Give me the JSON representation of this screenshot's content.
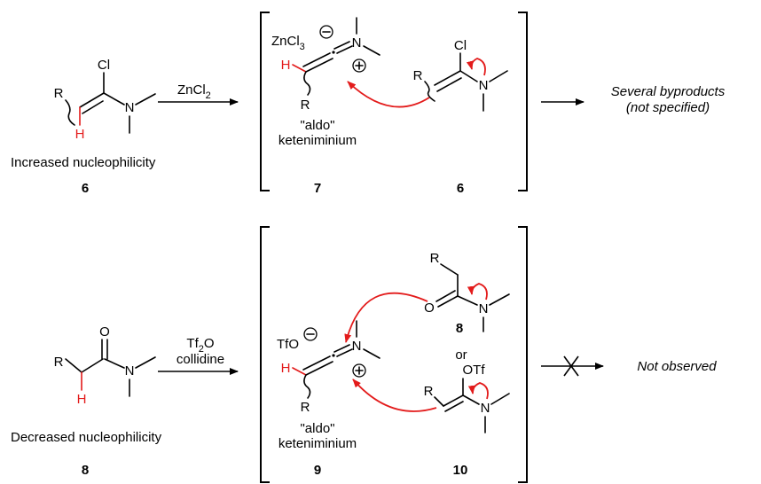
{
  "colors": {
    "accent": "#e31b1b",
    "ink": "#000000"
  },
  "top_row": {
    "reactant": {
      "r": "R",
      "cl": "Cl",
      "n": "N",
      "h": "H",
      "caption": "Increased nucleophilicity",
      "number": "6"
    },
    "reagent_main": "ZnCl",
    "reagent_sub": "2",
    "intermediate_7": {
      "counterion": "ZnCl",
      "counterion_sub": "3",
      "h": "H",
      "n": "N",
      "r": "R",
      "name_line1": "\"aldo\"",
      "name_line2": "keteniminium",
      "number": "7"
    },
    "nucleophile_6": {
      "r": "R",
      "cl": "Cl",
      "n": "N",
      "number": "6"
    },
    "outcome_line1": "Several byproducts",
    "outcome_line2": "(not specified)"
  },
  "bottom_row": {
    "reactant": {
      "r": "R",
      "o": "O",
      "n": "N",
      "h": "H",
      "caption": "Decreased nucleophilicity",
      "number": "8"
    },
    "reagent_line1_main": "Tf",
    "reagent_line1_sub": "2",
    "reagent_line1_end": "O",
    "reagent_line2": "collidine",
    "intermediate_9": {
      "counterion": "TfO",
      "h": "H",
      "n": "N",
      "r": "R",
      "name_line1": "\"aldo\"",
      "name_line2": "keteniminium",
      "number": "9"
    },
    "nucleophile_8": {
      "r": "R",
      "o": "O",
      "n": "N",
      "number": "8"
    },
    "or_text": "or",
    "nucleophile_10": {
      "r": "R",
      "otf": "OTf",
      "n": "N",
      "number": "10"
    },
    "outcome": "Not observed"
  }
}
